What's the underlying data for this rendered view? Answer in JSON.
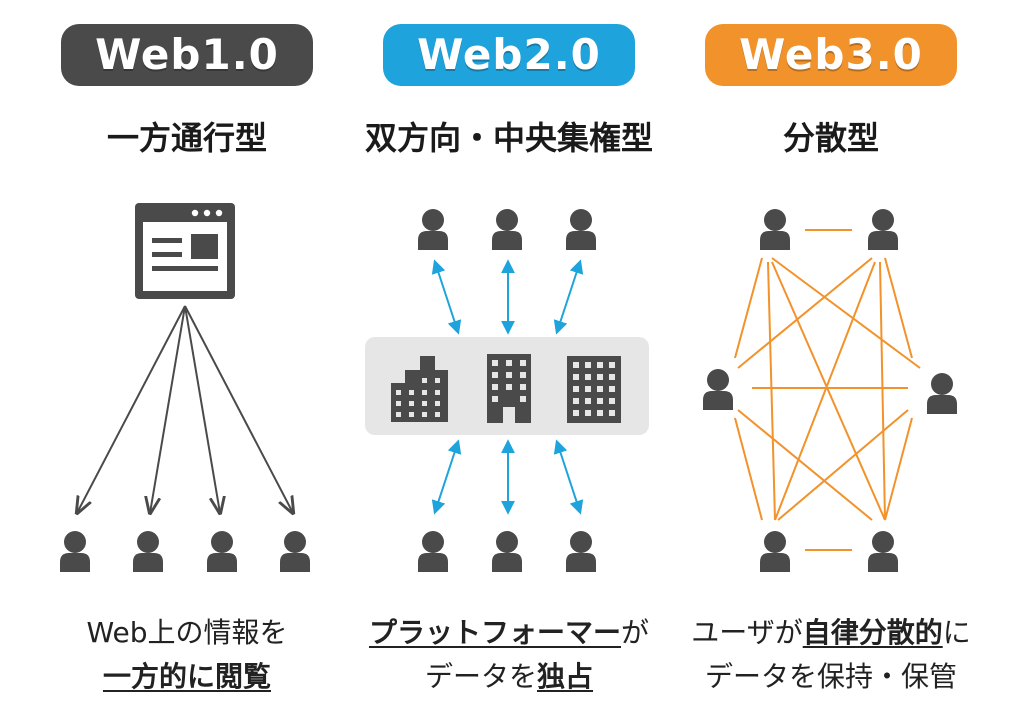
{
  "columns": [
    {
      "badge": "Web1.0",
      "subtitle": "一方通行型",
      "caption_line1": "Web上の情報を",
      "caption_line2_em": "一方的に閲覧",
      "color": "#4a4a4a"
    },
    {
      "badge": "Web2.0",
      "subtitle": "双方向・中央集権型",
      "caption_line1_em": "プラットフォーマー",
      "caption_line1_rest": "が",
      "caption_line2_pre": "データを",
      "caption_line2_em": "独占",
      "color": "#1fa3dc"
    },
    {
      "badge": "Web3.0",
      "subtitle": "分散型",
      "caption_line1_pre": "ユーザが",
      "caption_line1_em": "自律分散的",
      "caption_line1_rest": "に",
      "caption_line2": "データを保持・保管",
      "color": "#f2922a"
    }
  ],
  "icons": {
    "web1_source": "browser-window-icon",
    "web2_hub": "building-icon",
    "users": "person-icon"
  },
  "colors": {
    "icon_gray": "#4a4a4a",
    "hub_bg": "#e6e6e6",
    "blue_arrow": "#1fa3dc",
    "orange_line": "#f2922a"
  }
}
